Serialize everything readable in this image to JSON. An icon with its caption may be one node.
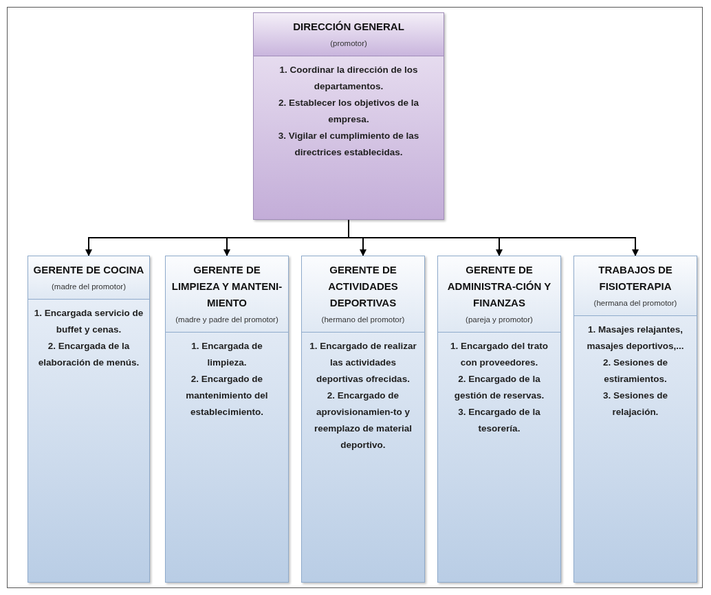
{
  "diagram": {
    "nodes": [
      {
        "text": [
          "DIRECCIÓN GENERAL",
          "(promotor)",
          "1. Coordinar la dirección de los departamentos.",
          "2. Establecer los objetivos de la empresa.",
          "3. Vigilar el cumplimiento de las directrices establecidas."
        ]
      },
      {
        "text": [
          "GERENTE DE COCINA",
          "(madre del promotor)",
          "1. Encargada servicio de buffet y cenas.",
          "2. Encargada de la elaboración de menús."
        ]
      },
      {
        "text": [
          "GERENTE DE LIMPIEZA Y MANTENI-MIENTO",
          "(madre y padre del promotor)",
          "1. Encargada de limpieza.",
          "2. Encargado de mantenimiento del establecimiento."
        ]
      },
      {
        "text": [
          "GERENTE DE ACTIVIDADES DEPORTIVAS",
          "(hermano del promotor)",
          "1. Encargado de realizar las actividades deportivas ofrecidas.",
          "2. Encargado de aprovisionamien-to y reemplazo de material deportivo."
        ]
      },
      {
        "text": [
          "GERENTE DE ADMINISTRA-CIÓN Y FINANZAS",
          "(pareja y promotor)",
          "1. Encargado del trato con proveedores.",
          "2. Encargado de la gestión de reservas.",
          "3. Encargado de la tesorería."
        ]
      },
      {
        "text": [
          "TRABAJOS DE FISIOTERAPIA",
          "(hermana del promotor)",
          "1. Masajes relajantes, masajes deportivos,...",
          "2. Sesiones de estiramientos.",
          "3. Sesiones de relajación."
        ]
      }
    ],
    "edges": [
      {
        "from": 0,
        "to": 1,
        "arrow": "to"
      },
      {
        "from": 0,
        "to": 2,
        "arrow": "to"
      },
      {
        "from": 0,
        "to": 3,
        "arrow": "to"
      },
      {
        "from": 0,
        "to": 4,
        "arrow": "to"
      },
      {
        "from": 0,
        "to": 5,
        "arrow": "to"
      }
    ]
  }
}
